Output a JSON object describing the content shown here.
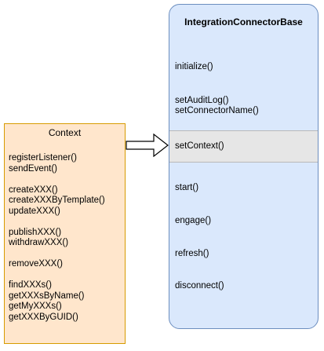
{
  "context": {
    "title": "Context",
    "methods": [
      "registerListener()",
      "sendEvent()",
      "",
      "createXXX()",
      "createXXXByTemplate()",
      "updateXXX()",
      "",
      "publishXXX()",
      "withdrawXXX()",
      "",
      "removeXXX()",
      "",
      "findXXXs()",
      "getXXXsByName()",
      "getMyXXXs()",
      "getXXXByGUID()"
    ]
  },
  "base": {
    "title": "IntegrationConnectorBase",
    "initialize": "initialize()",
    "set_audit_log": "setAuditLog()",
    "set_connector_name": "setConnectorName()",
    "set_context": "setContext()",
    "start": "start()",
    "engage": "engage()",
    "refresh": "refresh()",
    "disconnect": "disconnect()"
  },
  "colors": {
    "context_fill": "#ffe6cc",
    "context_stroke": "#d79b00",
    "base_fill": "#dae8fc",
    "base_stroke": "#6c8ebf",
    "highlight_fill": "#e6e6e6"
  }
}
